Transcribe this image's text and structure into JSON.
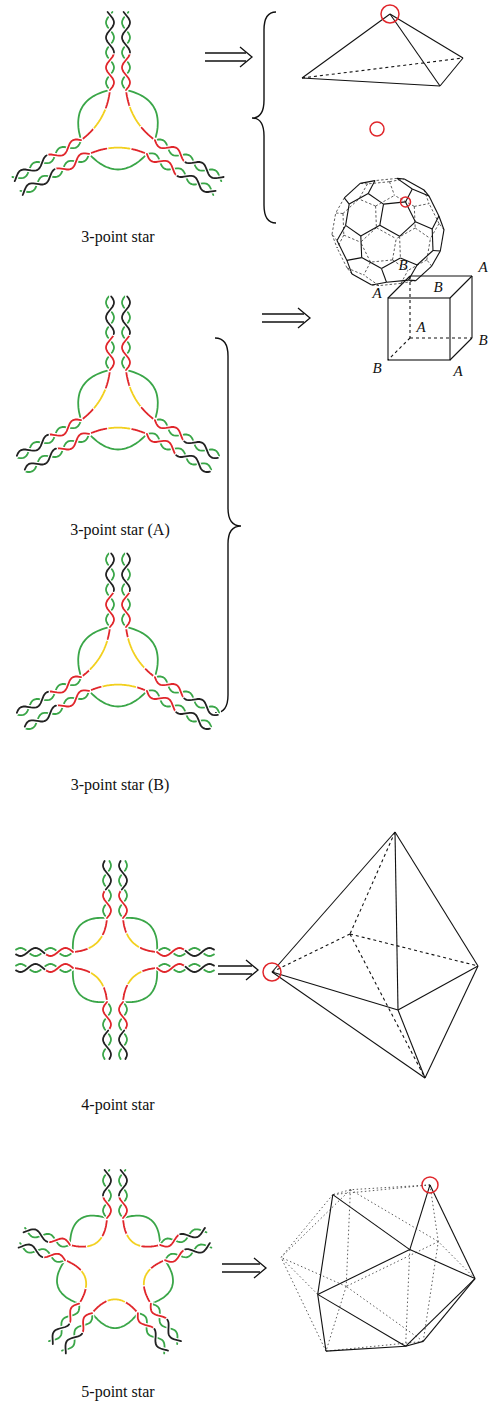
{
  "diagram": {
    "labels": [
      "3-point star",
      "B",
      "A",
      "A",
      "B",
      "A",
      "B",
      "B",
      "A",
      "3-point star (A)",
      "3-point star (B)",
      "4-point star",
      "5-point star"
    ]
  }
}
